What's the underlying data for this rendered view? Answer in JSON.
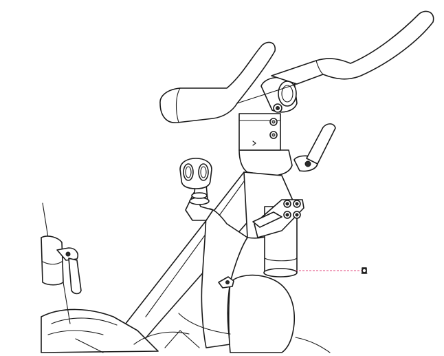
{
  "diagram": {
    "subject": "spin-bike-handlebar-and-seat-post-assembly",
    "guide_line_color": "#e0457b",
    "line_color": "#1a1a1a",
    "background_color": "#ffffff",
    "parts": [
      "handlebar",
      "handlebar-stem",
      "handlebar-adjustment-lever",
      "frame-head-tube",
      "frame-down-tube",
      "tension-knob",
      "bracket-plate",
      "sleeve",
      "bolt",
      "seat-post",
      "seat-adjustment-lever",
      "flywheel-cover"
    ]
  }
}
